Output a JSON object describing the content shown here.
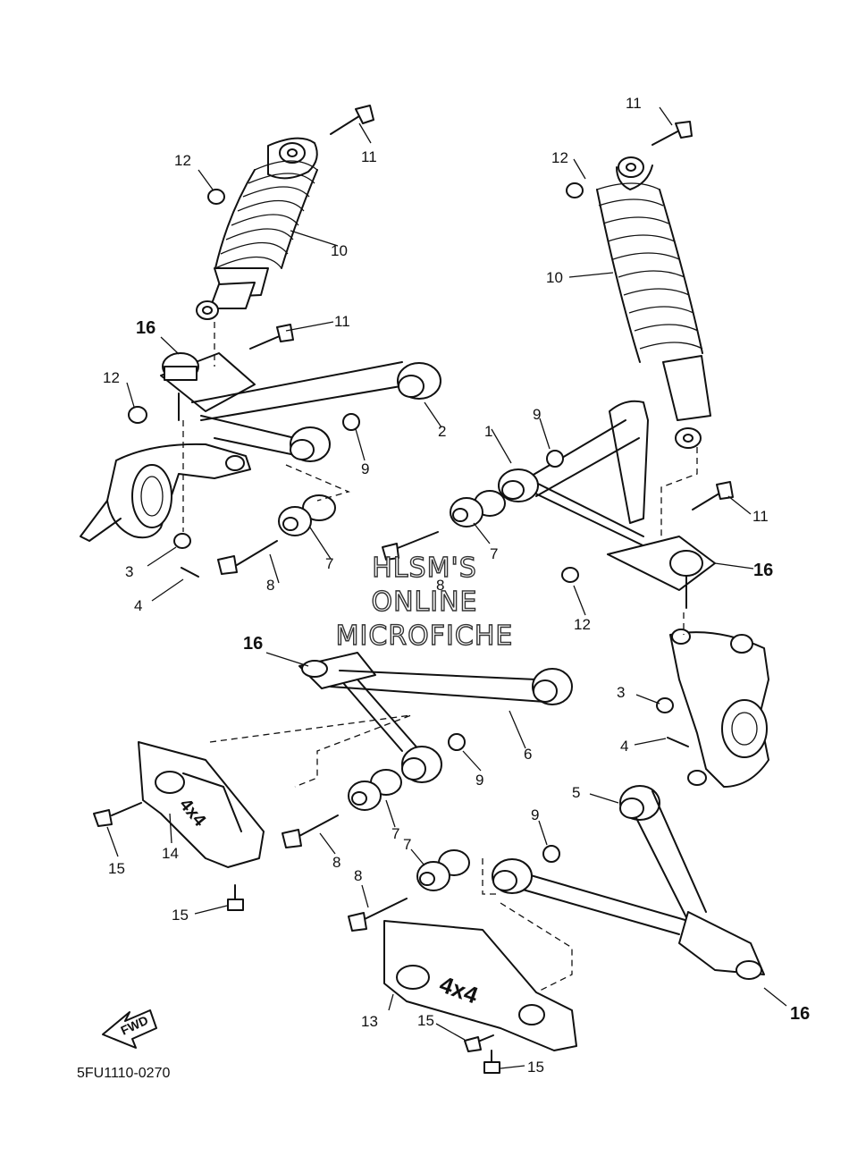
{
  "diagram_code": "5FU1110-0270",
  "watermark": [
    "HLSM'S",
    "ONLINE",
    "MICROFICHE"
  ],
  "fwd_label": "FWD",
  "guard_marking": "4x4",
  "callouts": {
    "c1": "1",
    "c2": "2",
    "c3a": "3",
    "c3b": "3",
    "c4a": "4",
    "c4b": "4",
    "c5": "5",
    "c6": "6",
    "c7a": "7",
    "c7b": "7",
    "c7c": "7",
    "c7d": "7",
    "c8a": "8",
    "c8b": "8",
    "c8c": "8",
    "c8d": "8",
    "c9a": "9",
    "c9b": "9",
    "c9c": "9",
    "c9d": "9",
    "c10a": "10",
    "c10b": "10",
    "c11a": "11",
    "c11b": "11",
    "c11c": "11",
    "c11d": "11",
    "c12a": "12",
    "c12b": "12",
    "c12c": "12",
    "c12d": "12",
    "c13": "13",
    "c14": "14",
    "c15a": "15",
    "c15b": "15",
    "c15c": "15",
    "c15d": "15",
    "c16a": "16",
    "c16b": "16",
    "c16c": "16",
    "c16d": "16"
  }
}
